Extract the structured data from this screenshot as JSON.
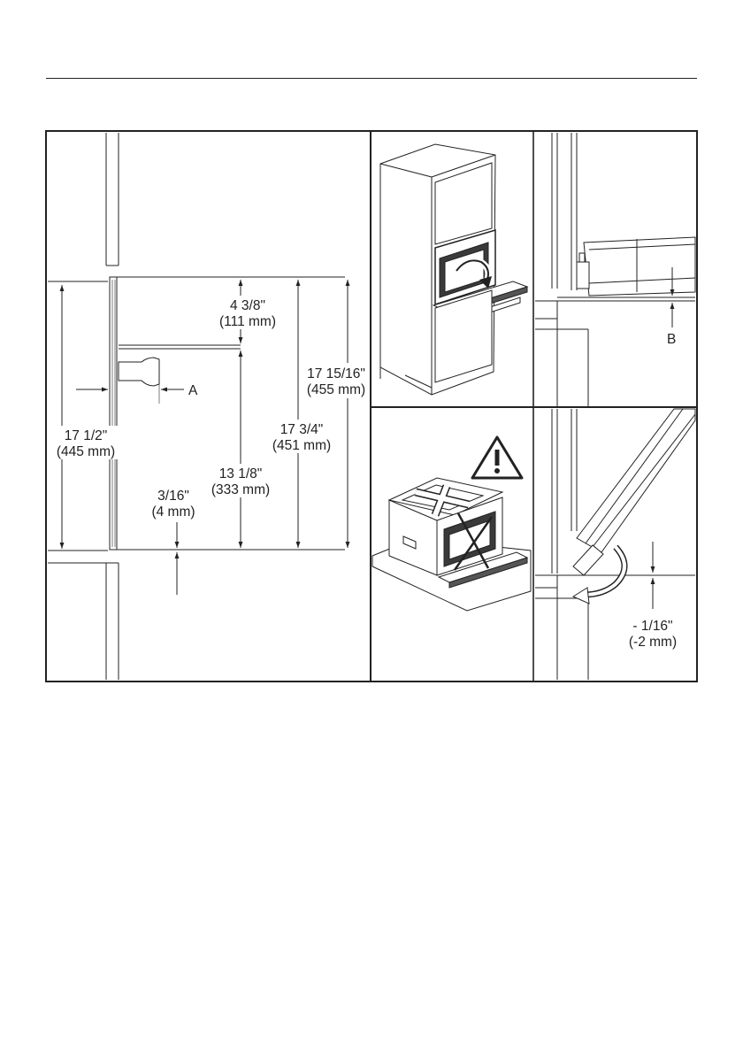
{
  "panel_main": {
    "dim_top": {
      "line1": "4 3/8\"",
      "line2": "(111 mm)"
    },
    "dim_outer_right": {
      "line1": "17 15/16\"",
      "line2": "(455 mm)"
    },
    "dim_inner_right": {
      "line1": "17 3/4\"",
      "line2": "(451 mm)"
    },
    "dim_left": {
      "line1": "17 1/2\"",
      "line2": "(445 mm)"
    },
    "dim_middle": {
      "line1": "13 1/8\"",
      "line2": "(333 mm)"
    },
    "dim_bottom_gap": {
      "line1": "3/16\"",
      "line2": "(4 mm)"
    },
    "label_a": "A"
  },
  "panel_detail_b": {
    "label_b": "B"
  },
  "panel_detail_tilt": {
    "dim_line1": "- 1/16\"",
    "dim_line2": "(-2 mm)"
  }
}
